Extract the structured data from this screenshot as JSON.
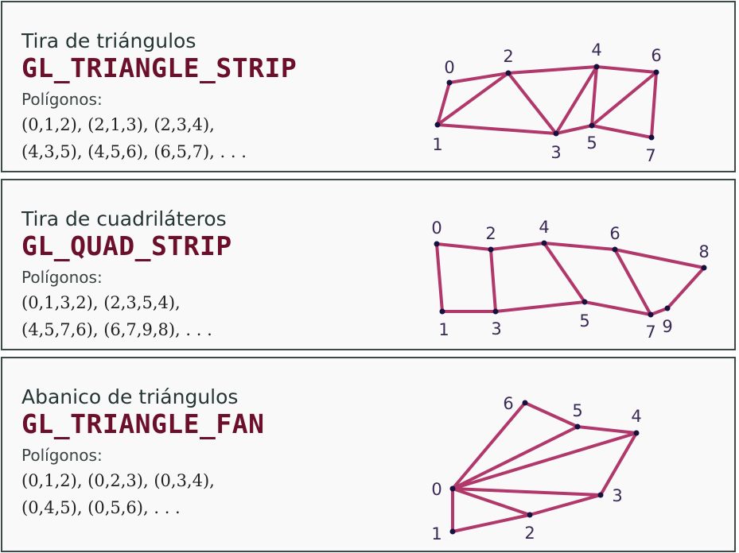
{
  "panels": [
    {
      "title": "Tira de triángulos",
      "code": "GL_TRIANGLE_STRIP",
      "polygons_label": "Polígonos:",
      "lines": [
        "(0,1,2),  (2,1,3),  (2,3,4),",
        "(4,3,5),  (4,5,6),  (6,5,7),  . . ."
      ],
      "vertex_labels": [
        "0",
        "1",
        "2",
        "3",
        "4",
        "5",
        "6",
        "7"
      ],
      "edges": [
        [
          0,
          1
        ],
        [
          0,
          2
        ],
        [
          1,
          2
        ],
        [
          1,
          3
        ],
        [
          2,
          3
        ],
        [
          2,
          4
        ],
        [
          3,
          4
        ],
        [
          3,
          5
        ],
        [
          4,
          5
        ],
        [
          4,
          6
        ],
        [
          5,
          6
        ],
        [
          5,
          7
        ],
        [
          6,
          7
        ]
      ]
    },
    {
      "title": "Tira de cuadriláteros",
      "code": "GL_QUAD_STRIP",
      "polygons_label": "Polígonos:",
      "lines": [
        "(0,1,3,2),  (2,3,5,4),",
        "(4,5,7,6),  (6,7,9,8),  . . ."
      ],
      "vertex_labels": [
        "0",
        "1",
        "2",
        "3",
        "4",
        "5",
        "6",
        "7",
        "8",
        "9"
      ],
      "edges": [
        [
          0,
          1
        ],
        [
          0,
          2
        ],
        [
          1,
          3
        ],
        [
          2,
          3
        ],
        [
          2,
          4
        ],
        [
          3,
          5
        ],
        [
          4,
          5
        ],
        [
          4,
          6
        ],
        [
          5,
          7
        ],
        [
          6,
          7
        ],
        [
          6,
          8
        ],
        [
          7,
          9
        ],
        [
          8,
          9
        ]
      ]
    },
    {
      "title": "Abanico de triángulos",
      "code": "GL_TRIANGLE_FAN",
      "polygons_label": "Polígonos:",
      "lines": [
        "(0,1,2),  (0,2,3),  (0,3,4),",
        "(0,4,5),  (0,5,6),  . . ."
      ],
      "vertex_labels": [
        "0",
        "1",
        "2",
        "3",
        "4",
        "5",
        "6"
      ],
      "edges": [
        [
          0,
          1
        ],
        [
          0,
          2
        ],
        [
          0,
          3
        ],
        [
          0,
          4
        ],
        [
          0,
          5
        ],
        [
          0,
          6
        ],
        [
          1,
          2
        ],
        [
          2,
          3
        ],
        [
          3,
          4
        ],
        [
          4,
          5
        ],
        [
          5,
          6
        ]
      ]
    }
  ],
  "colors": {
    "edge": "#b0386a",
    "vertex": "#1a1040",
    "code": "#6b0f2a"
  }
}
